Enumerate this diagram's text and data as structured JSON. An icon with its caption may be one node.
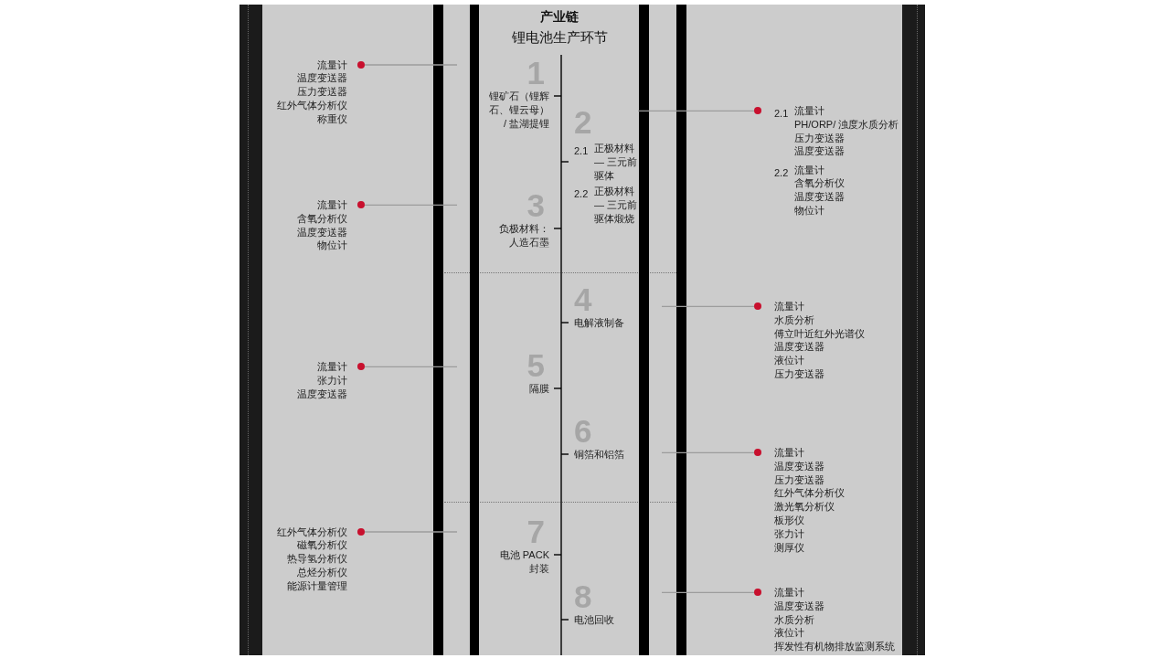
{
  "diagram": {
    "title": "产业链",
    "nodes": [
      {
        "text": [
          "流量计",
          "温度变送器",
          "压力变送器",
          "红外气体分析仪",
          "称重仪"
        ]
      },
      {
        "text": [
          "1",
          "锂矿石（锂辉石、锂云母）/ 盐湖提锂"
        ]
      },
      {
        "text": [
          "2",
          "2.1",
          "正极材料— 三元前驱体",
          "2.2",
          "正极材料— 三元前驱体煅烧"
        ]
      },
      {
        "text": [
          "2.1",
          "流量计",
          "PH/ORP/ 浊度水质分析",
          "压力变送器",
          "温度变送器"
        ]
      },
      {
        "text": [
          "2.2",
          "流量计",
          "含氧分析仪",
          "温度变送器",
          "物位计"
        ]
      },
      {
        "text": [
          "流量计",
          "含氧分析仪",
          "温度变送器",
          "物位计"
        ]
      },
      {
        "text": [
          "3",
          "负极材料：人造石墨"
        ]
      },
      {
        "text": [
          "4",
          "电解液制备"
        ]
      },
      {
        "text": [
          "流量计",
          "水质分析",
          "傅立叶近红外光谱仪",
          "温度变送器",
          "液位计",
          "压力变送器"
        ]
      },
      {
        "text": [
          "流量计",
          "张力计",
          "温度变送器"
        ]
      },
      {
        "text": [
          "5",
          "隔膜"
        ]
      },
      {
        "text": [
          "6",
          "铜箔和铝箔"
        ]
      },
      {
        "text": [
          "流量计",
          "温度变送器",
          "压力变送器",
          "红外气体分析仪",
          "激光氧分析仪",
          "板形仪"
        ]
      },
      {
        "text": [
          "张力计",
          "测厚仪"
        ]
      },
      {
        "text": [
          "红外气体分析仪",
          "磁氧分析仪",
          "热导氢分析仪",
          "总烃分析仪",
          "能源计量管理"
        ]
      },
      {
        "text": [
          "7",
          "电池 PACK 封装"
        ]
      },
      {
        "text": [
          "8",
          "电池回收"
        ]
      },
      {
        "text": [
          "流量计",
          "温度变送器",
          "水质分析",
          "液位计",
          "挥发性有机物排放监测系统"
        ]
      }
    ],
    "edges": [
      {
        "from": 0,
        "to": null,
        "arrow": "none"
      },
      {
        "from": 3,
        "to": 2,
        "arrow": "none"
      },
      {
        "from": 5,
        "to": null,
        "arrow": "none"
      },
      {
        "from": 8,
        "to": null,
        "arrow": "none"
      },
      {
        "from": 9,
        "to": null,
        "arrow": "none"
      },
      {
        "from": 12,
        "to": null,
        "arrow": "none"
      },
      {
        "from": 14,
        "to": null,
        "arrow": "none"
      },
      {
        "from": 17,
        "to": null,
        "arrow": "none"
      }
    ],
    "labels": [
      "锂电池生产环节"
    ]
  }
}
